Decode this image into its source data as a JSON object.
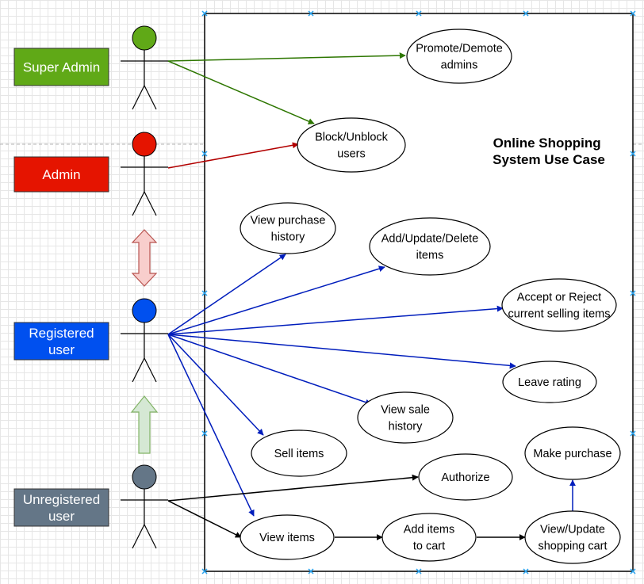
{
  "title": [
    "Online Shopping",
    "System Use Case"
  ],
  "actors": [
    {
      "id": "super-admin",
      "label": [
        "Super Admin"
      ],
      "color": "#60a917"
    },
    {
      "id": "admin",
      "label": [
        "Admin"
      ],
      "color": "#e51400"
    },
    {
      "id": "registered-user",
      "label": [
        "Registered",
        "user"
      ],
      "color": "#0050ef"
    },
    {
      "id": "unregistered-user",
      "label": [
        "Unregistered",
        "user"
      ],
      "color": "#647687"
    }
  ],
  "use_cases": [
    {
      "id": "promote-demote",
      "label": [
        "Promote/Demote",
        "admins"
      ]
    },
    {
      "id": "block-unblock",
      "label": [
        "Block/Unblock",
        "users"
      ]
    },
    {
      "id": "view-purchase-history",
      "label": [
        "View purchase",
        "history"
      ]
    },
    {
      "id": "add-update-delete",
      "label": [
        "Add/Update/Delete",
        "items"
      ]
    },
    {
      "id": "accept-reject",
      "label": [
        "Accept or Reject",
        "current selling items"
      ]
    },
    {
      "id": "leave-rating",
      "label": [
        "Leave rating"
      ]
    },
    {
      "id": "view-sale-history",
      "label": [
        "View sale",
        "history"
      ]
    },
    {
      "id": "sell-items",
      "label": [
        "Sell items"
      ]
    },
    {
      "id": "authorize",
      "label": [
        "Authorize"
      ]
    },
    {
      "id": "make-purchase",
      "label": [
        "Make purchase"
      ]
    },
    {
      "id": "view-items",
      "label": [
        "View items"
      ]
    },
    {
      "id": "add-to-cart",
      "label": [
        "Add items",
        "to cart"
      ]
    },
    {
      "id": "view-update-cart",
      "label": [
        "View/Update",
        "shopping cart"
      ]
    }
  ],
  "connections": [
    {
      "from": "super-admin",
      "to": "promote-demote",
      "color": "#2d7600"
    },
    {
      "from": "super-admin",
      "to": "block-unblock",
      "color": "#2d7600"
    },
    {
      "from": "admin",
      "to": "block-unblock",
      "color": "#b20000"
    },
    {
      "from": "registered-user",
      "to": "view-purchase-history",
      "color": "#001dbc"
    },
    {
      "from": "registered-user",
      "to": "add-update-delete",
      "color": "#001dbc"
    },
    {
      "from": "registered-user",
      "to": "accept-reject",
      "color": "#001dbc"
    },
    {
      "from": "registered-user",
      "to": "leave-rating",
      "color": "#001dbc"
    },
    {
      "from": "registered-user",
      "to": "view-sale-history",
      "color": "#001dbc"
    },
    {
      "from": "registered-user",
      "to": "sell-items",
      "color": "#001dbc"
    },
    {
      "from": "registered-user",
      "to": "view-items",
      "color": "#001dbc"
    },
    {
      "from": "unregistered-user",
      "to": "authorize",
      "color": "#000000"
    },
    {
      "from": "unregistered-user",
      "to": "view-items",
      "color": "#000000"
    },
    {
      "from": "view-items",
      "to": "add-to-cart",
      "color": "#000000"
    },
    {
      "from": "add-to-cart",
      "to": "view-update-cart",
      "color": "#000000"
    },
    {
      "from": "view-update-cart",
      "to": "make-purchase",
      "color": "#001dbc"
    }
  ],
  "inheritance_arrows": [
    {
      "id": "admin-registered-double-arrow",
      "fill": "#f8cecc",
      "stroke": "#b85450"
    },
    {
      "id": "unregistered-to-registered-arrow",
      "fill": "#d5e8d4",
      "stroke": "#82b366"
    }
  ]
}
